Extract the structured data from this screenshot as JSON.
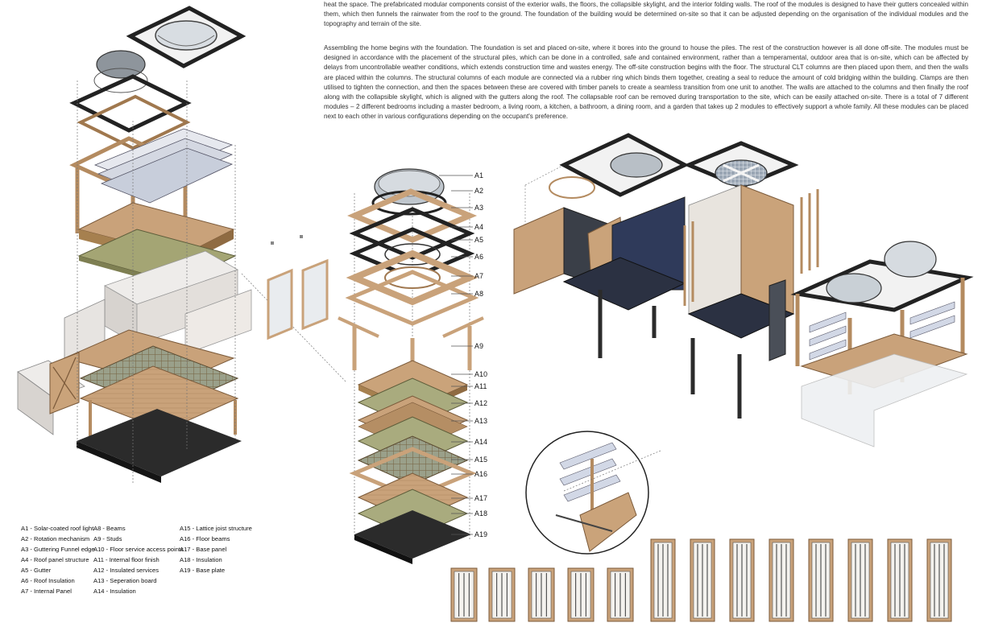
{
  "text": {
    "paragraph_1": "heat the space. The prefabricated modular components consist of the exterior walls, the floors, the collapsible skylight, and the interior folding walls. The roof of the modules is designed to have their gutters concealed within them, which then funnels the rainwater from the roof to the ground. The foundation of the building would be determined on-site so that it can be adjusted depending on the organisation of the individual modules and the topography and terrain of the site.",
    "paragraph_2": "Assembling the home begins with the foundation. The foundation is set and placed on-site, where it bores into the ground to house the piles. The rest of the construction however is all done off-site. The modules must be designed in accordance with the placement of the structural piles, which can be done in a controlled, safe and contained environment, rather than a temperamental, outdoor area that is on-site, which can be affected by delays from uncontrollable weather conditions, which extends construction time and wastes energy. The off-site construction begins with the floor. The structural CLT columns are then placed upon them, and then the walls are placed within the columns. The structural columns of each module are connected via a rubber ring which binds them together, creating a seal to reduce the amount of cold bridging within the building. Clamps are then utilised to tighten the connection, and then the spaces between these are covered with timber panels to create a seamless transition from one unit to another. The walls are attached to the columns and then finally the roof along with the collapsible skylight, which is aligned with the gutters along the roof. The collapsable roof can be removed during transportation to the site, which can be easily attached on-site. There is a total of 7 different modules – 2 different bedrooms including a master bedroom, a living room, a kitchen, a bathroom, a dining room, and a garden that takes up 2 modules to effectively support a whole family.  All these modules can be placed next to each other in various configurations depending on the occupant's preference."
  },
  "tags": [
    "A1",
    "A2",
    "A3",
    "A4",
    "A5",
    "A6",
    "A7",
    "A8",
    "A9",
    "A10",
    "A11",
    "A12",
    "A13",
    "A14",
    "A15",
    "A16",
    "A17",
    "A18",
    "A19"
  ],
  "legend": {
    "col1": [
      "A1 - Solar-coated roof light",
      "A2 - Rotation mechanism",
      "A3 - Guttering Funnel edge",
      "A4 - Roof panel structure",
      "A5 - Gutter",
      "A6 - Roof Insulation",
      "A7 - Internal Panel"
    ],
    "col2": [
      "A8 - Beams",
      "A9 - Studs",
      "A10 - Floor service access points",
      "A11 - Internal floor finish",
      "A12 - Insulated services",
      "A13 - Seperation board",
      "A14 - Insulation"
    ],
    "col3": [
      "A15 - Lattice joist structure",
      "A16 - Floor beams",
      "A17 - Base panel",
      "A18 - Insulation",
      "A19 - Base plate"
    ]
  },
  "colors": {
    "timber": "#c9a27a",
    "timber_dark": "#9b7650",
    "insulation": "#a9ab7e",
    "panel_white": "#e9e6e3",
    "steel": "#2b2b2b",
    "glass": "#cfd6dc",
    "navy_floor": "#2b3142",
    "leader": "#555555"
  }
}
